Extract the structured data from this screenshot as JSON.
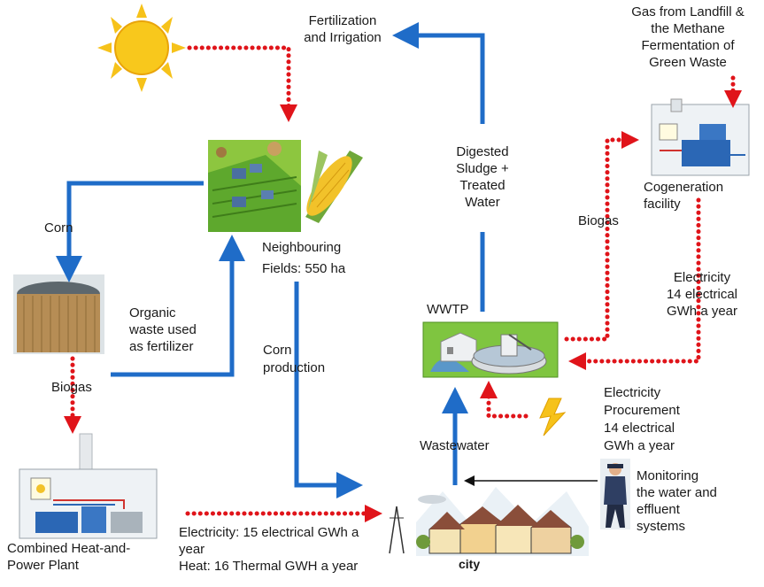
{
  "colors": {
    "blue_flow": "#1f6cc8",
    "red_flow": "#e0141a",
    "black_flow": "#111111",
    "sun": "#f6c21a",
    "grass": "#7fc540"
  },
  "labels": {
    "fertilization": [
      "Fertilization",
      "and Irrigation"
    ],
    "gas_landfill": [
      "Gas from Landfill &",
      "the Methane",
      "Fermentation of",
      "Green Waste"
    ],
    "digested": [
      "Digested",
      "Sludge +",
      "Treated",
      "Water"
    ],
    "cogeneration": [
      "Cogeneration",
      "facility"
    ],
    "biogas_right": "Biogas",
    "corn": "Corn",
    "neighbouring": [
      "Neighbouring",
      "Fields: 550 ha"
    ],
    "electricity_cogen": [
      "Electricity",
      "14 electrical",
      "GWh a year"
    ],
    "organic": [
      "Organic",
      "waste used",
      "as fertilizer"
    ],
    "wwtp": "WWTP",
    "corn_production": [
      "Corn",
      "production"
    ],
    "biogas_left": "Biogas",
    "procurement": [
      "Electricity",
      "Procurement",
      "14 electrical",
      "GWh a year"
    ],
    "wastewater": "Wastewater",
    "monitoring": [
      "Monitoring",
      "the water and",
      "effluent",
      "systems"
    ],
    "chp": [
      "Combined Heat-and-",
      "Power Plant"
    ],
    "electricity_chp": [
      "Electricity: 15 electrical GWh a",
      "year"
    ],
    "heat_chp": "Heat: 16 Thermal GWH a year",
    "city": "city"
  },
  "icons": {
    "sun": "sun-icon",
    "fields": "farm-fields-icon",
    "corn": "corn-cob-icon",
    "digester": "biogas-digester-icon",
    "chp": "chp-plant-icon",
    "cogen": "cogeneration-facility-icon",
    "wwtp": "wastewater-treatment-plant-icon",
    "lightning": "lightning-icon",
    "worker": "monitoring-worker-icon",
    "city": "city-houses-icon"
  }
}
